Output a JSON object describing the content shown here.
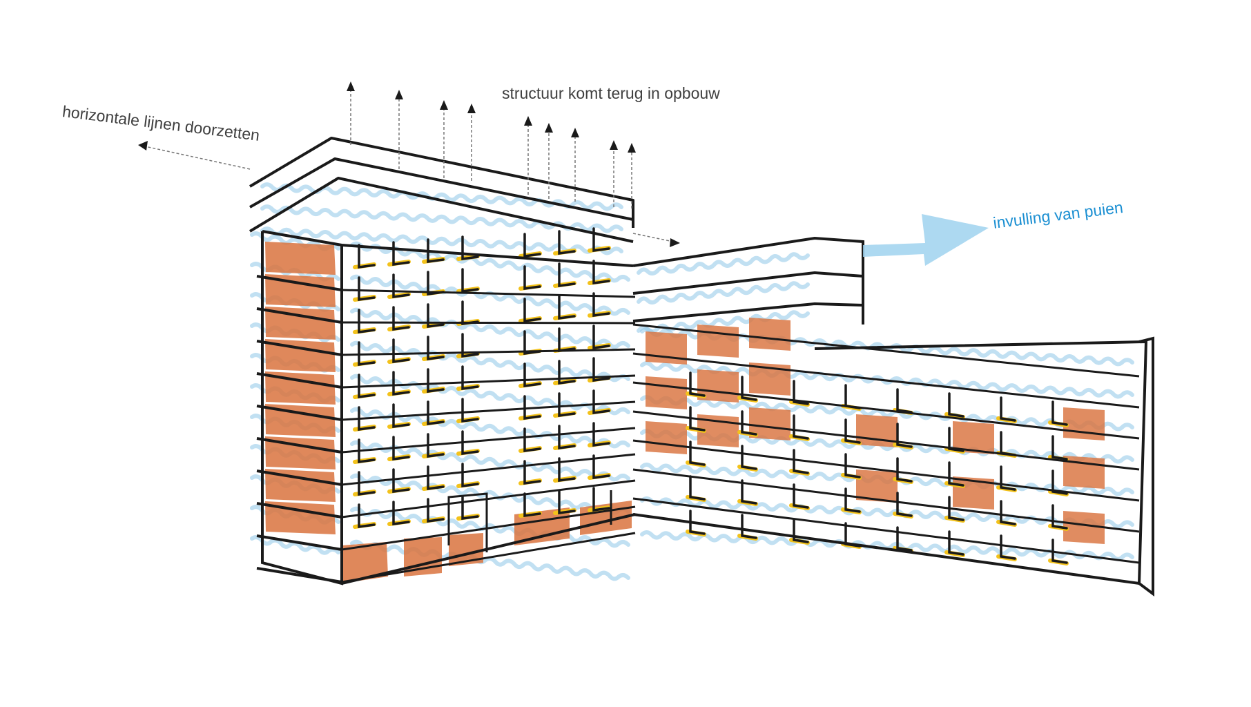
{
  "annotations": {
    "horizontal_lines": "horizontale lijnen doorzetten",
    "structure": "structuur komt terug in opbouw",
    "infill": "invulling van puien"
  },
  "colors": {
    "ink": "#1a1a1a",
    "annotation_text": "#3f3f3f",
    "infill_text": "#1b8fd2",
    "infill_arrow": "#9fd2ee",
    "brick": "#d9733e",
    "brick_light": "#e58f5b",
    "glass_hatch": "#8ec7e8",
    "frame_accent": "#f3c21b",
    "bg": "#ffffff"
  },
  "icons": [
    "up-arrow-icon",
    "left-arrow-icon",
    "right-arrow-icon",
    "block-arrow-icon"
  ]
}
